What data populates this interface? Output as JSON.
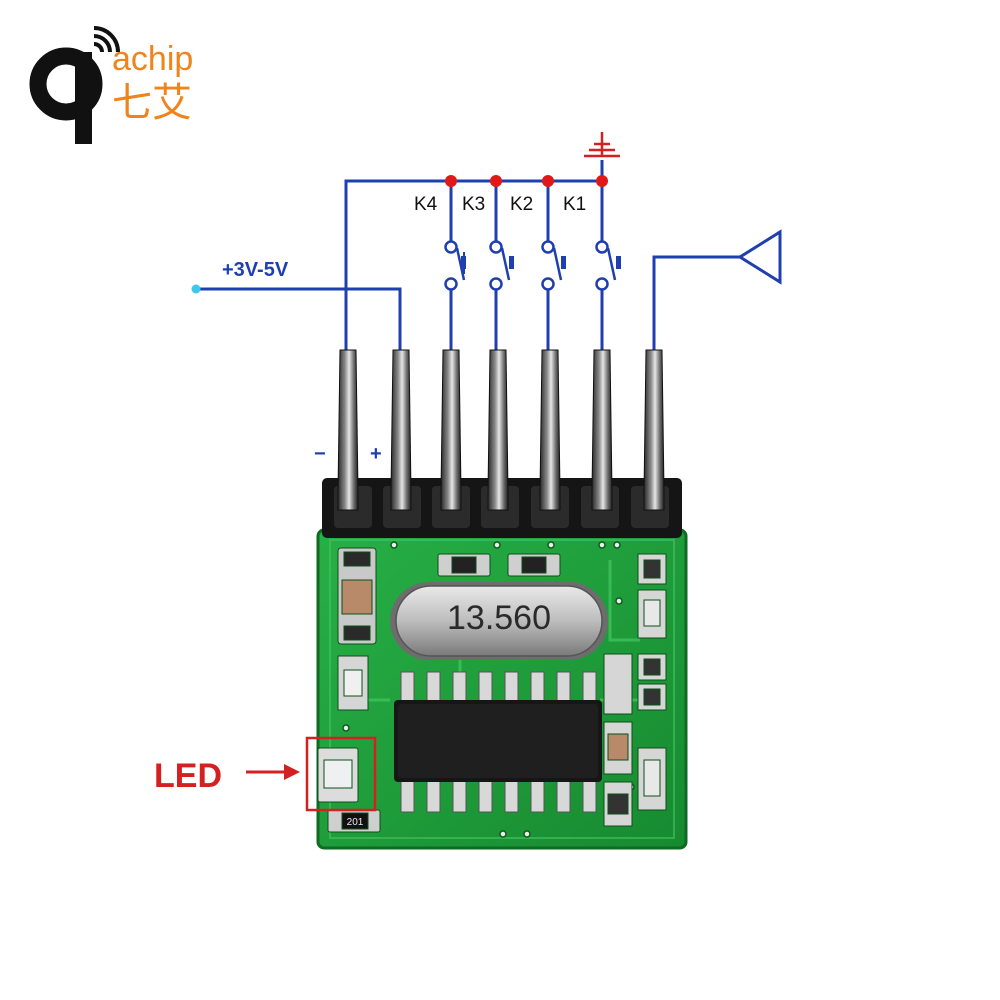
{
  "logo": {
    "brand_latin": "achip",
    "brand_cjk": "七艾"
  },
  "schematic": {
    "supply_label": "+3V-5V",
    "keys": [
      "K4",
      "K3",
      "K2",
      "K1"
    ],
    "pin_minus": "−",
    "pin_plus": "+"
  },
  "board": {
    "crystal_label": "13.560",
    "resistor_marking": "201"
  },
  "callout": {
    "led_label": "LED"
  },
  "colors": {
    "wire": "#1f3fb0",
    "junction": "#e01818",
    "ground": "#d42020",
    "callout": "#d42020",
    "logo_black": "#111111",
    "logo_orange": "#f0841c",
    "pcb": "#1fa03a",
    "supply_dot": "#3cc8e8"
  },
  "icons": [
    "ground-symbol-icon",
    "antenna-icon",
    "pushbutton-switch-icon",
    "wifi-arcs-icon",
    "arrow-right-icon"
  ]
}
